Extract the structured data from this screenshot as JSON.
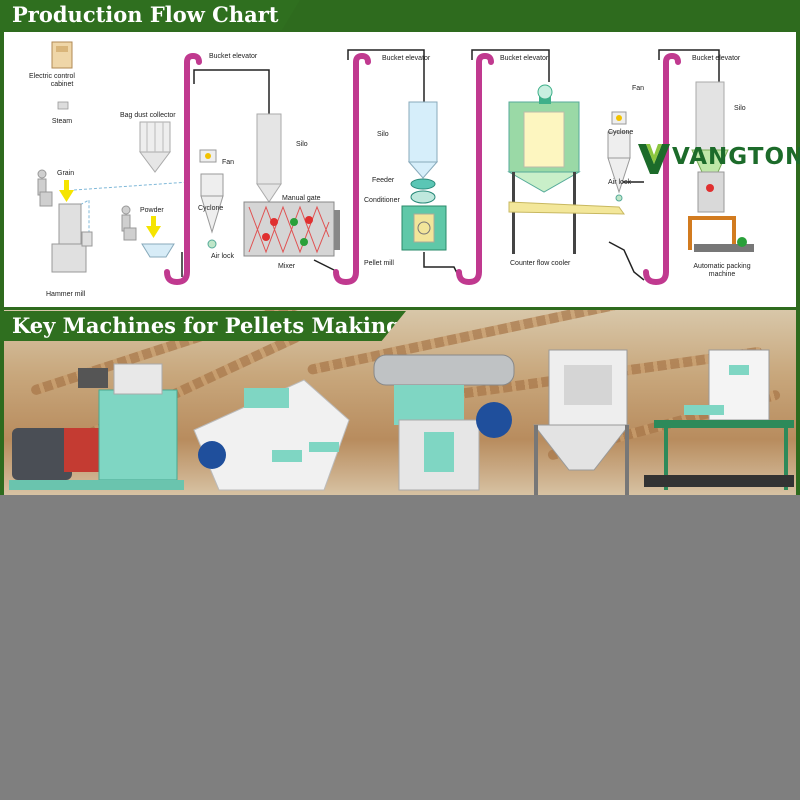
{
  "flow_section": {
    "title": "Production Flow Chart",
    "labels": {
      "electric_control": [
        "Electric control",
        "cabinet"
      ],
      "steam": "Steam",
      "bag_dust_collector": "Bag dust collector",
      "grain": "Grain",
      "powder": "Powder",
      "hammer_mill": "Hammer mill",
      "bucket_elevator_1": "Bucket elevator",
      "fan_1": "Fan",
      "cyclone_1": "Cyclone",
      "air_lock_1": "Air lock",
      "silo_1": "Silo",
      "manual_gate": "Manual gate",
      "mixer": "Mixer",
      "bucket_elevator_2": "Bucket elevator",
      "silo_2": "Silo",
      "feeder": "Feeder",
      "conditioner": "Conditioner",
      "pellet_mill": "Pellet mill",
      "bucket_elevator_3": "Bucket elevator",
      "counter_flow_cooler": "Counter flow cooler",
      "fan_2": "Fan",
      "cyclone_2": "Cyclone",
      "air_lock_2": "Air lock",
      "bucket_elevator_4": "Bucket elevator",
      "silo_3": "Silo",
      "automatic_packing": [
        "Automatic packing",
        "machine"
      ]
    },
    "logo_text": "VANGTON"
  },
  "machines_section": {
    "title": "Key Machines for Pellets Making",
    "machines": [
      "hammer-mill",
      "mixer",
      "pellet-mill",
      "counter-flow-cooler",
      "packing-machine"
    ]
  },
  "colors": {
    "banner_green": "#2f6f1f",
    "elevator_pink": "#c0398f",
    "machine_teal": "#7fd6c3",
    "arrow_yellow": "#f5e400"
  }
}
